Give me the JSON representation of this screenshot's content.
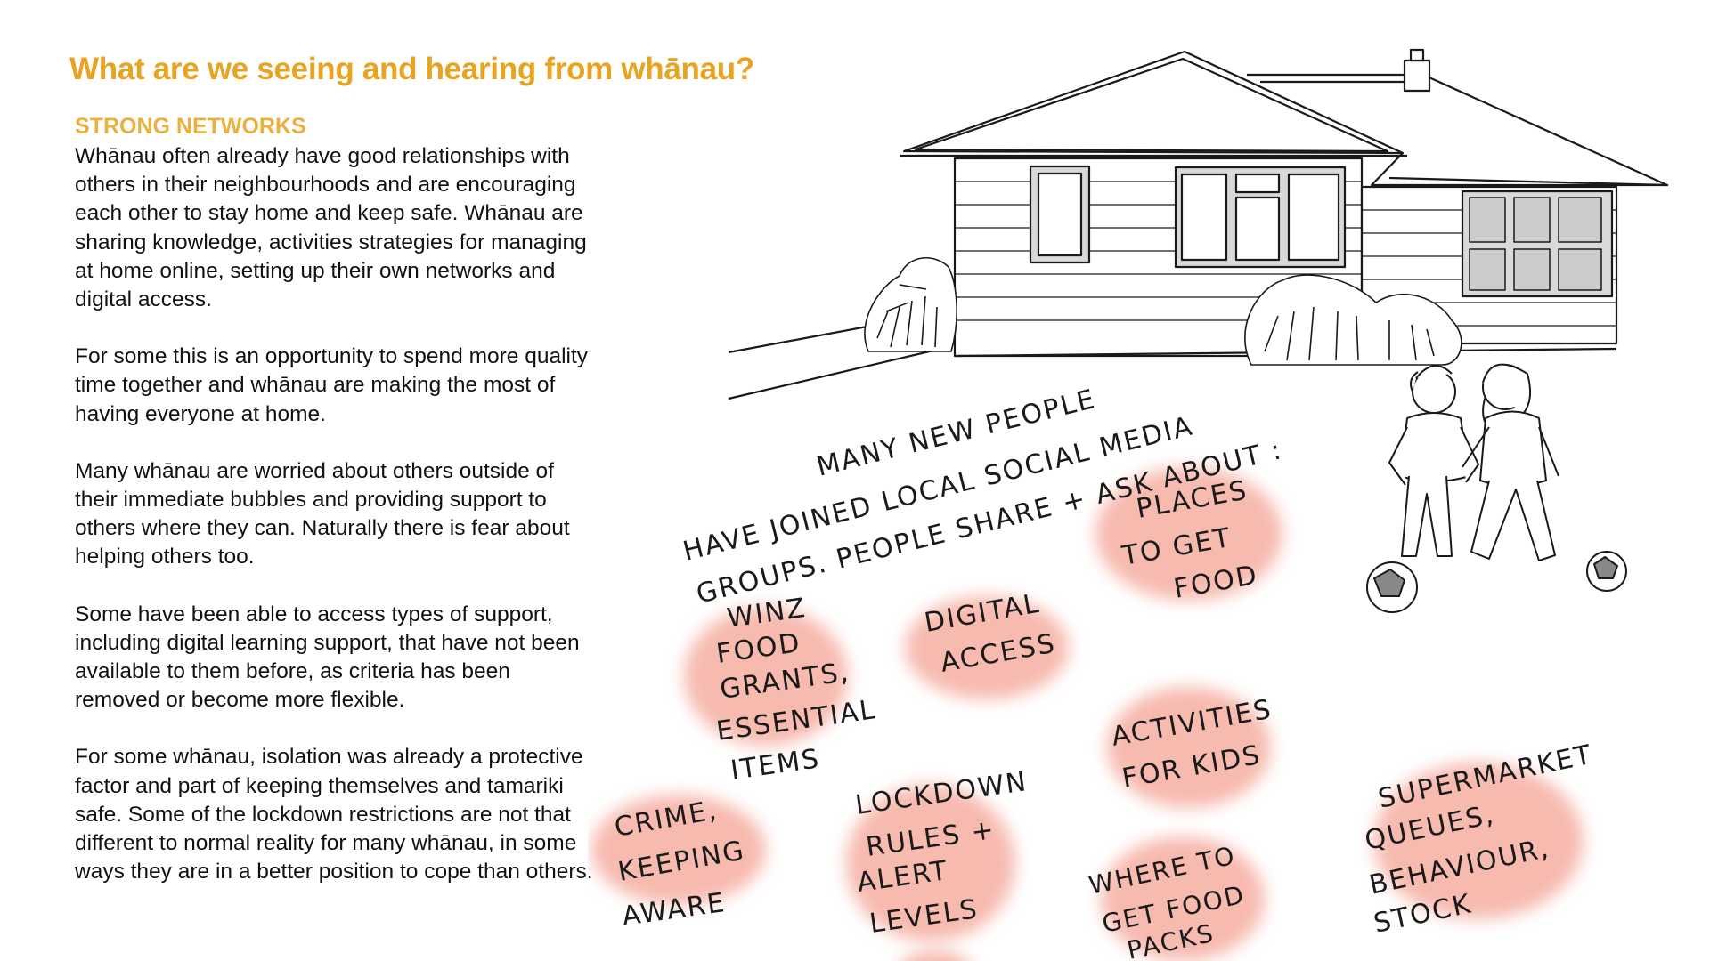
{
  "page": {
    "title": "What are we seeing and hearing from whānau?",
    "section_heading": "STRONG NETWORKS",
    "paragraphs": [
      "Whānau often already have good relationships with others in their neighbourhoods and are encouraging each other to stay home and keep safe. Whānau are sharing knowledge, activities strategies for managing at home online,  setting up their own networks and digital access.",
      "For some this is an opportunity to spend more quality time together and whānau are making the most of having everyone at home.",
      "Many whānau are worried about others outside of their immediate bubbles and providing support to others where they can. Naturally there is fear about helping others too.",
      "Some have been able to access types of support, including digital learning support, that have not been available to them before, as criteria has been removed or become more flexible.",
      "For some whānau, isolation was already a protective factor and part of keeping themselves and tamariki safe. Some of the lockdown restrictions are not that different to normal reality for many whānau, in some ways they are in a better position to cope than others."
    ]
  },
  "sketch": {
    "note_lines": [
      "MANY NEW PEOPLE",
      "HAVE JOINED  LOCAL SOCIAL MEDIA",
      "GROUPS. PEOPLE SHARE + ASK ABOUT :"
    ],
    "topics": [
      {
        "lines": [
          "WINZ",
          "FOOD",
          "GRANTS,",
          "ESSENTIAL",
          "ITEMS"
        ]
      },
      {
        "lines": [
          "DIGITAL",
          "ACCESS"
        ]
      },
      {
        "lines": [
          "PLACES",
          "TO GET",
          "FOOD"
        ]
      },
      {
        "lines": [
          "ACTIVITIES",
          "FOR KIDS"
        ]
      },
      {
        "lines": [
          "CRIME,",
          "KEEPING",
          "AWARE"
        ]
      },
      {
        "lines": [
          "LOCKDOWN",
          "RULES +",
          "ALERT",
          "LEVELS"
        ]
      },
      {
        "lines": [
          "WHERE TO",
          "GET FOOD",
          "PACKS"
        ]
      },
      {
        "lines": [
          "SUPERMARKET",
          "QUEUES,",
          "BEHAVIOUR,",
          "STOCK"
        ]
      }
    ],
    "colors": {
      "blob": "#f4a698",
      "ink": "#1a1a1a",
      "heading": "#e8a321"
    },
    "icons": [
      "house-icon",
      "children-playing-icon",
      "ball-icon",
      "shrub-icon"
    ]
  }
}
